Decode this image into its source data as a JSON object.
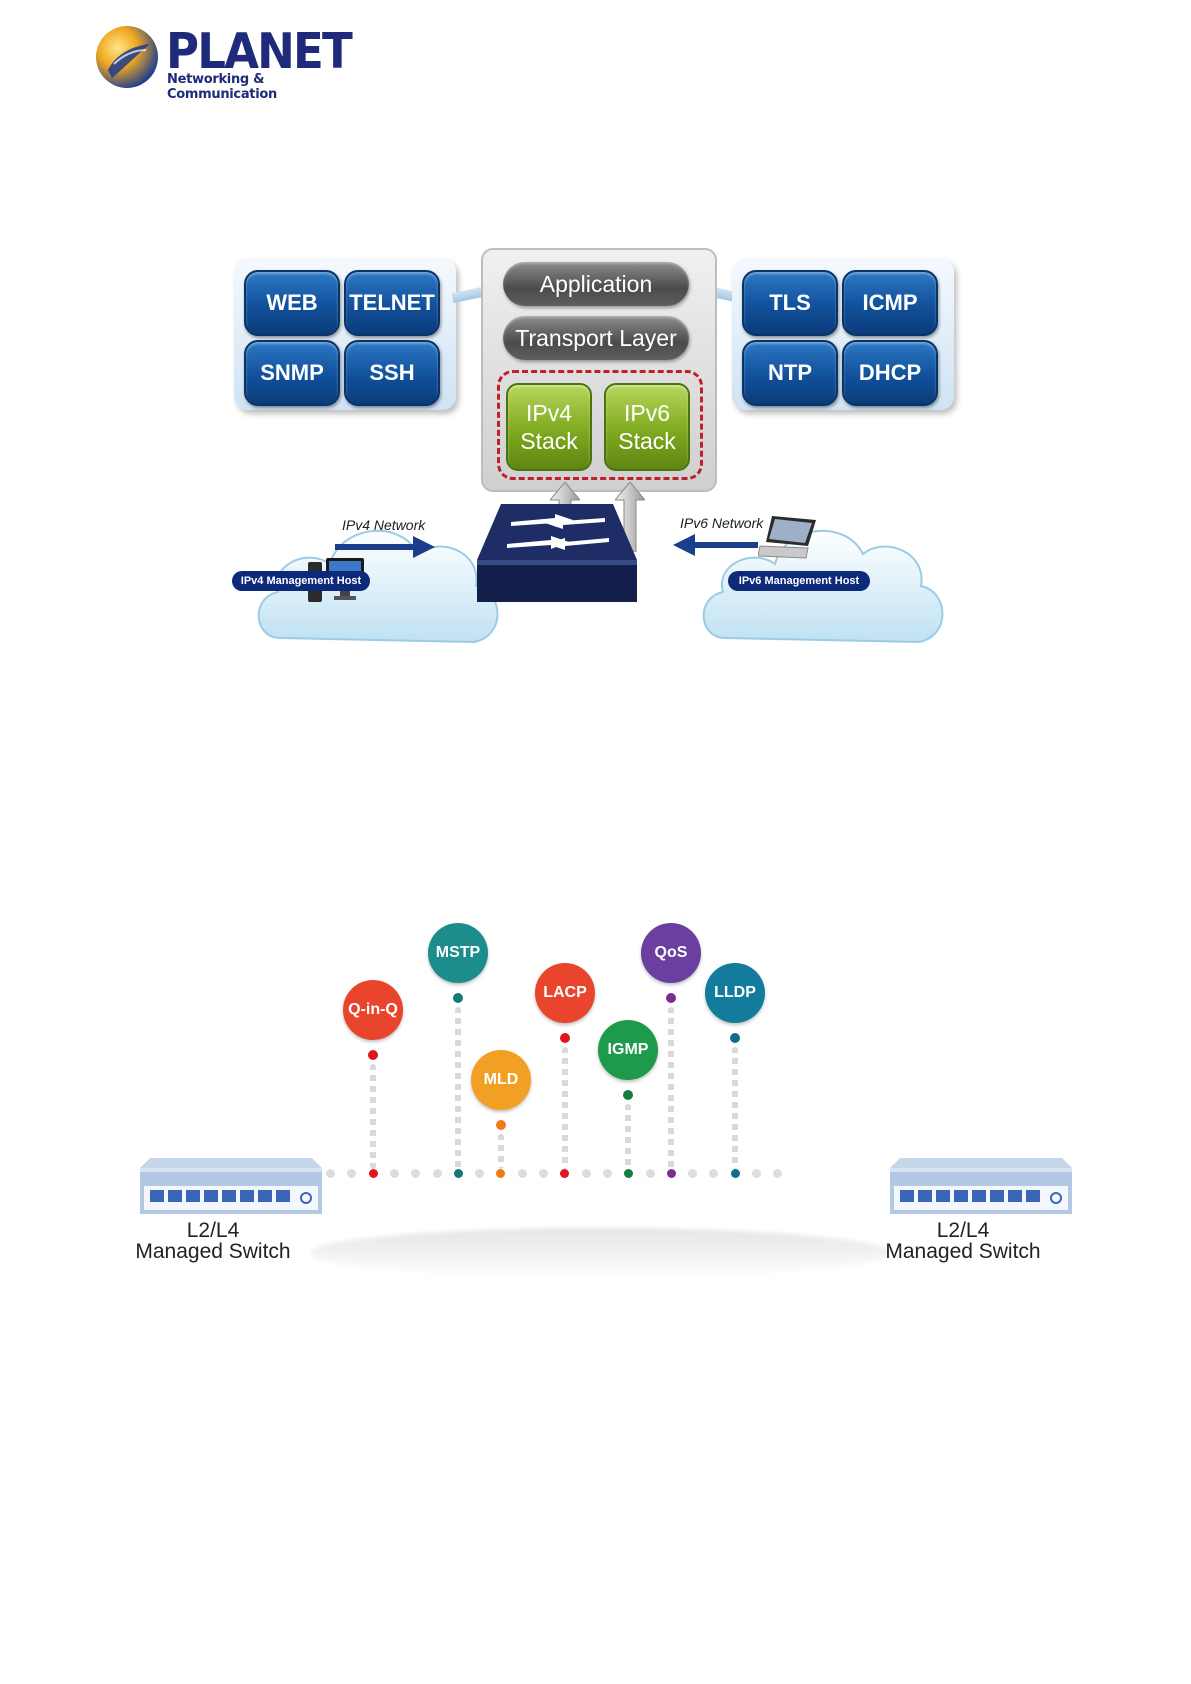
{
  "logo": {
    "brand": "PLANET",
    "tagline": "Networking & Communication"
  },
  "ip_stack_figure": {
    "left_services": [
      "WEB",
      "TELNET",
      "SNMP",
      "SSH"
    ],
    "right_services": [
      "TLS",
      "ICMP",
      "NTP",
      "DHCP"
    ],
    "application": "Application",
    "transport": "Transport Layer",
    "ipv4_stack": "IPv4\nStack",
    "ipv6_stack": "IPv6\nStack",
    "ipv4_network": "IPv4 Network",
    "ipv6_network": "IPv6 Network",
    "ipv4_host": "IPv4 Management Host",
    "ipv6_host": "IPv6 Management Host"
  },
  "features_figure": {
    "left_switch": "L2/L4\nManaged Switch",
    "right_switch": "L2/L4\nManaged Switch",
    "features": [
      {
        "label": "Q-in-Q",
        "color": "#e8452c",
        "dot": "#e0151f"
      },
      {
        "label": "MSTP",
        "color": "#1c8c8c",
        "dot": "#14787c"
      },
      {
        "label": "MLD",
        "color": "#f2a024",
        "dot": "#ee7a14"
      },
      {
        "label": "LACP",
        "color": "#e8452c",
        "dot": "#e0151f"
      },
      {
        "label": "IGMP",
        "color": "#1e9a4c",
        "dot": "#128040"
      },
      {
        "label": "QoS",
        "color": "#6b3fa0",
        "dot": "#7a2c94"
      },
      {
        "label": "LLDP",
        "color": "#137c9c",
        "dot": "#0e6c8c"
      }
    ]
  }
}
